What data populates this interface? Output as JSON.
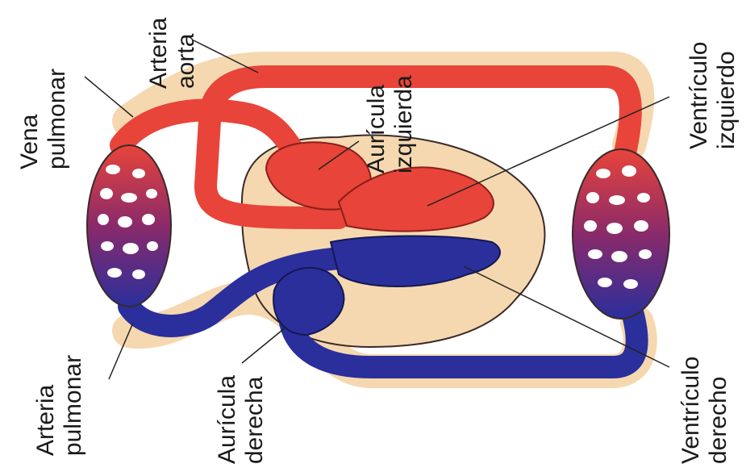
{
  "labels": {
    "vena_pulmonar": [
      "Vena",
      "pulmonar"
    ],
    "arteria_aorta": [
      "Arteria",
      "aorta"
    ],
    "auricula_izquierda": [
      "Aurícula",
      "izquierda"
    ],
    "ventriculo_izquierdo": [
      "Ventrículo",
      "izquierdo"
    ],
    "arteria_pulmonar": [
      "Arteria",
      "pulmonar"
    ],
    "auricula_derecha": [
      "Aurícula",
      "derecha"
    ],
    "ventriculo_derecho": [
      "Ventrículo",
      "derecho"
    ]
  },
  "colors": {
    "oxygenated": "#e8443a",
    "deoxygenated": "#2a2f9c",
    "tissue": "#f5d8b0",
    "outline": "#3a2a2a"
  }
}
